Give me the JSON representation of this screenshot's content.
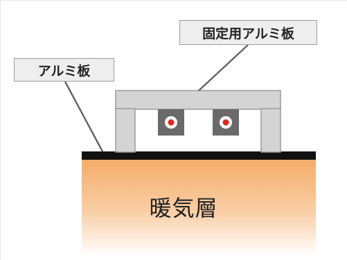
{
  "labels": {
    "left_callout": "アルミ板",
    "right_callout": "固定用アルミ板",
    "layer_name": "暖気層"
  },
  "colors": {
    "warm_layer_top": "#f4ac69",
    "warm_layer_bottom": "#ffffff",
    "plate_black": "#111111",
    "frame_fill": "#d4d4d4",
    "frame_stroke": "#999999",
    "sensor_box": "#6a6a6a",
    "sensor_dot": "#e2251f",
    "leader_line": "#666666",
    "callout_fill": "#eeeeee",
    "callout_border": "#9a9a9a"
  }
}
